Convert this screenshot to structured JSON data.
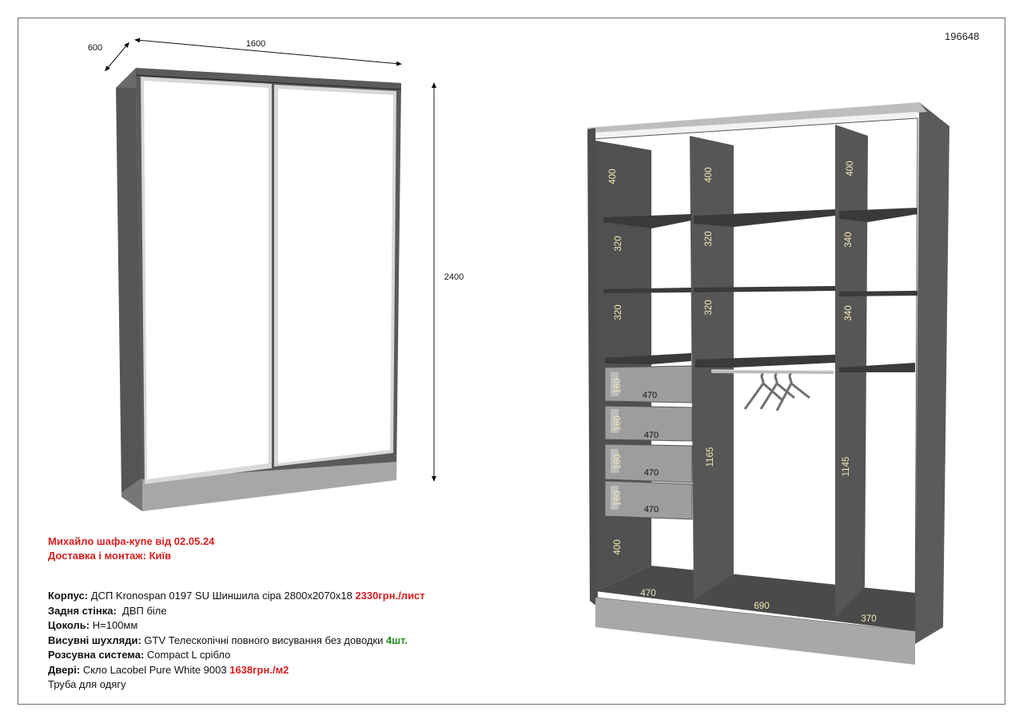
{
  "order_number": "196648",
  "front_view": {
    "dim_depth": "600",
    "dim_width": "1600",
    "dim_height": "2400"
  },
  "interior": {
    "left_column": {
      "sections": [
        "400",
        "320",
        "320"
      ],
      "drawers": [
        {
          "height": "160",
          "width": "470"
        },
        {
          "height": "160",
          "width": "470"
        },
        {
          "height": "160",
          "width": "470"
        },
        {
          "height": "160",
          "width": "470"
        }
      ],
      "bottom_section": "400",
      "base_width": "470"
    },
    "middle_column": {
      "sections": [
        "400",
        "320",
        "320"
      ],
      "hanging": "1165",
      "base_width": "690"
    },
    "right_column": {
      "sections": [
        "400",
        "340",
        "340"
      ],
      "hanging": "1145",
      "base_width": "370"
    }
  },
  "title": {
    "line1": "Михайло шафа-купе від 02.05.24",
    "line2": "Доставка і монтаж: Київ"
  },
  "spec": {
    "body_label": "Корпус:",
    "body_value": " ДСП Kronospan 0197 SU Шиншила сіра 2800х2070х18 ",
    "body_price": "2330грн./лист",
    "back_label": "Задня стінка:",
    "back_value": "  ДВП біле",
    "plinth_label": "Цоколь:",
    "plinth_value": " Н=100мм",
    "drawers_label": "Висувні шухляди:",
    "drawers_value": " GTV Телескопічні повного висування без доводки ",
    "drawers_qty": "4шт.",
    "sliding_label": "Розсувна система:",
    "sliding_value": " Compact L срібло",
    "doors_label": "Двері:",
    "doors_value": " Скло Lacobel Pure White 9003 ",
    "doors_price": "1638грн./м2",
    "rail": "Труба для одягу"
  },
  "colors": {
    "carcass": "#4a4a4a",
    "carcass_light": "#9a9a9a",
    "inner_dim": "#f3e9b8",
    "accent_red": "#d61f1f",
    "accent_green": "#1e8f1e"
  }
}
